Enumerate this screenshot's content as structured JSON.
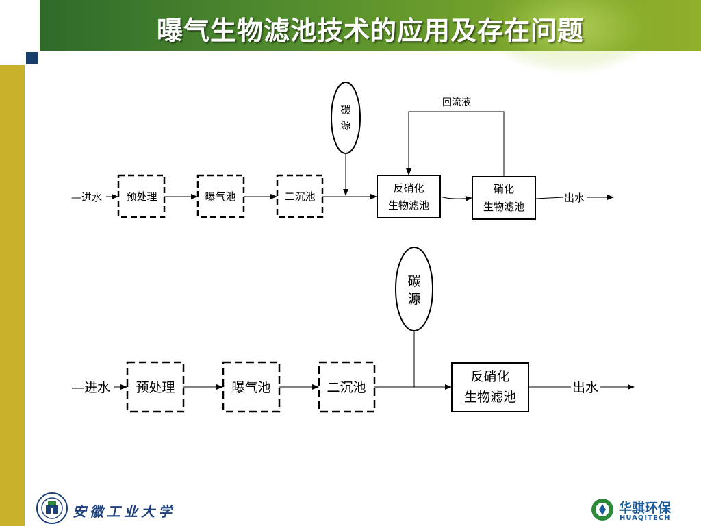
{
  "slide": {
    "title": "曝气生物滤池技术的应用及存在问题"
  },
  "colors": {
    "header_green": "#4f8a2e",
    "side_bar": "#c8b22c",
    "square_mark": "#173e6a",
    "logo_blue": "#1b5d9a"
  },
  "diagram_top": {
    "carbon_source_line1": "碳",
    "carbon_source_line2": "源",
    "return_liquid": "回流液",
    "inlet": "—进水",
    "pretreatment": "预处理",
    "aeration_tank": "曝气池",
    "secondary_clarifier": "二沉池",
    "denitrification_line1": "反硝化",
    "denitrification_line2": "生物滤池",
    "nitrification_line1": "硝化",
    "nitrification_line2": "生物滤池",
    "outlet": "出水"
  },
  "diagram_bottom": {
    "carbon_source_line1": "碳",
    "carbon_source_line2": "源",
    "inlet": "—进水",
    "pretreatment": "预处理",
    "aeration_tank": "曝气池",
    "secondary_clarifier": "二沉池",
    "denitrification_line1": "反硝化",
    "denitrification_line2": "生物滤池",
    "outlet": "出水"
  },
  "footer": {
    "university_name": "安徽工业大学",
    "company_name_cn": "华骐环保",
    "company_name_en": "HUAQITECH"
  }
}
